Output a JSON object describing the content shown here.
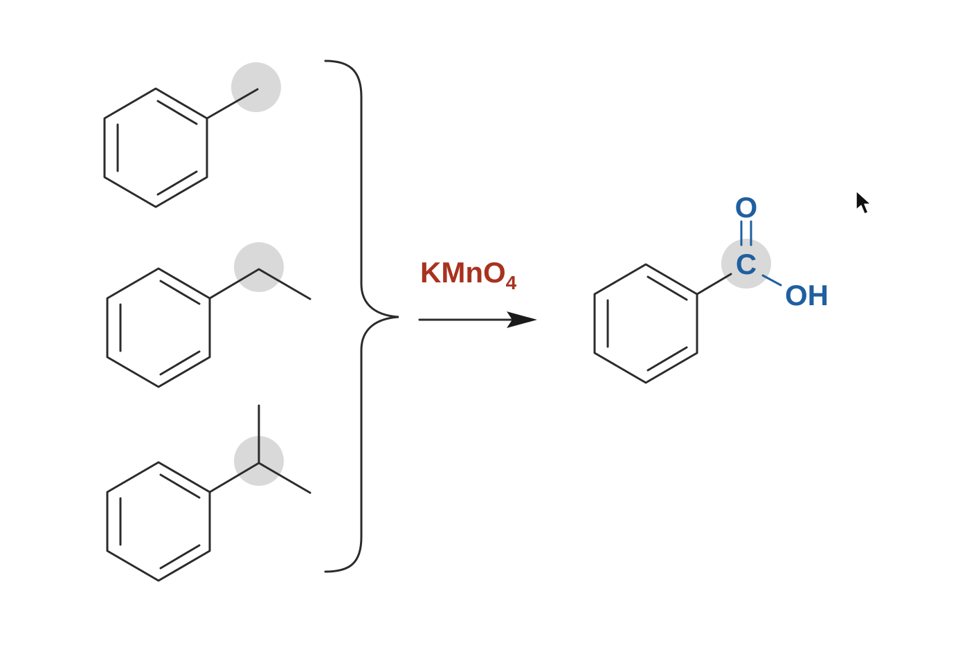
{
  "reaction": {
    "reagent": {
      "main": "KMnO",
      "subscript": "4"
    },
    "reactants": [
      {
        "name": "toluene"
      },
      {
        "name": "ethylbenzene"
      },
      {
        "name": "isopropylbenzene"
      }
    ],
    "product": {
      "name": "benzoic-acid",
      "carbonyl_oxygen": "O",
      "carbon": "C",
      "hydroxyl": "OH"
    }
  },
  "colors": {
    "bond": "#2b2b2b",
    "reagent": "#a8321e",
    "product_label": "#1f5fa0",
    "highlight": "#d9d9d9"
  }
}
